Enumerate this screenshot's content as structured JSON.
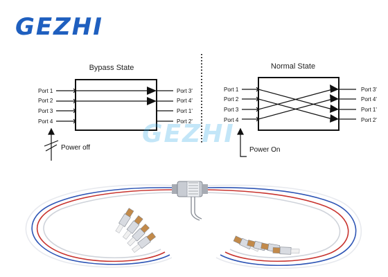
{
  "brand": {
    "logo_text": "GEZHI",
    "watermark_text": "GEZHI",
    "primary_color": "#1f5fbf",
    "accent_color": "#2aa8e8"
  },
  "diagram": {
    "bypass": {
      "title": "Bypass State",
      "inputs": [
        "Port 1",
        "Port 2",
        "Port 3",
        "Port 4"
      ],
      "outputs": [
        "Port 3'",
        "Port 4'",
        "Port 1'",
        "Port 2'"
      ],
      "power_label": "Power off"
    },
    "normal": {
      "title": "Normal State",
      "inputs": [
        "Port 1",
        "Port 2",
        "Port 3",
        "Port 4"
      ],
      "outputs": [
        "Port 3'",
        "Port 4'",
        "Port 1'",
        "Port 2'"
      ],
      "power_label": "Power On"
    }
  },
  "device": {
    "fiber_colors": [
      "#2e55b5",
      "#c8342f",
      "#cfd3da",
      "#e7e9ee"
    ],
    "connector_color": "#d8dbe1",
    "connector_accent": "#c28a4a",
    "boot_color": "#f0f0f0"
  }
}
